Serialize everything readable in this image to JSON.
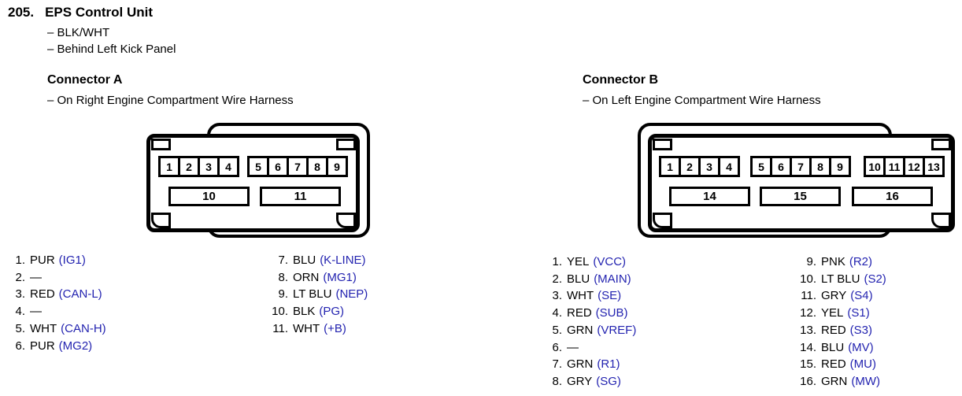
{
  "page": {
    "item_number": "205.",
    "title": "EPS Control Unit",
    "notes": [
      "– BLK/WHT",
      "– Behind Left Kick Panel"
    ]
  },
  "colors": {
    "signal_blue": "#2323b0",
    "ink": "#000000"
  },
  "connectors": [
    {
      "name": "Connector A",
      "note": "– On Right Engine Compartment Wire Harness",
      "cavity_groups_top": [
        [
          "1",
          "2",
          "3",
          "4"
        ],
        [
          "5",
          "6",
          "7",
          "8",
          "9"
        ]
      ],
      "cavity_groups_bottom": [
        [
          "10"
        ],
        [
          "11"
        ]
      ],
      "pin_columns": [
        [
          {
            "num": "1.",
            "wire": "PUR",
            "signal": "(IG1)"
          },
          {
            "num": "2.",
            "wire": "—",
            "signal": ""
          },
          {
            "num": "3.",
            "wire": "RED",
            "signal": "(CAN-L)"
          },
          {
            "num": "4.",
            "wire": "—",
            "signal": ""
          },
          {
            "num": "5.",
            "wire": "WHT",
            "signal": "(CAN-H)"
          },
          {
            "num": "6.",
            "wire": "PUR",
            "signal": "(MG2)"
          }
        ],
        [
          {
            "num": "7.",
            "wire": "BLU",
            "signal": "(K-LINE)"
          },
          {
            "num": "8.",
            "wire": "ORN",
            "signal": "(MG1)"
          },
          {
            "num": "9.",
            "wire": "LT BLU",
            "signal": "(NEP)"
          },
          {
            "num": "10.",
            "wire": "BLK",
            "signal": "(PG)"
          },
          {
            "num": "11.",
            "wire": "WHT",
            "signal": "(+B)"
          }
        ]
      ]
    },
    {
      "name": "Connector B",
      "note": "– On Left Engine Compartment Wire Harness",
      "cavity_groups_top": [
        [
          "1",
          "2",
          "3",
          "4"
        ],
        [
          "5",
          "6",
          "7",
          "8",
          "9"
        ],
        [
          "10",
          "11",
          "12",
          "13"
        ]
      ],
      "cavity_groups_bottom": [
        [
          "14"
        ],
        [
          "15"
        ],
        [
          "16"
        ]
      ],
      "pin_columns": [
        [
          {
            "num": "1.",
            "wire": "YEL",
            "signal": "(VCC)"
          },
          {
            "num": "2.",
            "wire": "BLU",
            "signal": "(MAIN)"
          },
          {
            "num": "3.",
            "wire": "WHT",
            "signal": "(SE)"
          },
          {
            "num": "4.",
            "wire": "RED",
            "signal": "(SUB)"
          },
          {
            "num": "5.",
            "wire": "GRN",
            "signal": "(VREF)"
          },
          {
            "num": "6.",
            "wire": "—",
            "signal": ""
          },
          {
            "num": "7.",
            "wire": "GRN",
            "signal": "(R1)"
          },
          {
            "num": "8.",
            "wire": "GRY",
            "signal": "(SG)"
          }
        ],
        [
          {
            "num": "9.",
            "wire": "PNK",
            "signal": "(R2)"
          },
          {
            "num": "10.",
            "wire": "LT BLU",
            "signal": "(S2)"
          },
          {
            "num": "11.",
            "wire": "GRY",
            "signal": "(S4)"
          },
          {
            "num": "12.",
            "wire": "YEL",
            "signal": "(S1)"
          },
          {
            "num": "13.",
            "wire": "RED",
            "signal": "(S3)"
          },
          {
            "num": "14.",
            "wire": "BLU",
            "signal": "(MV)"
          },
          {
            "num": "15.",
            "wire": "RED",
            "signal": "(MU)"
          },
          {
            "num": "16.",
            "wire": "GRN",
            "signal": "(MW)"
          }
        ]
      ]
    }
  ]
}
